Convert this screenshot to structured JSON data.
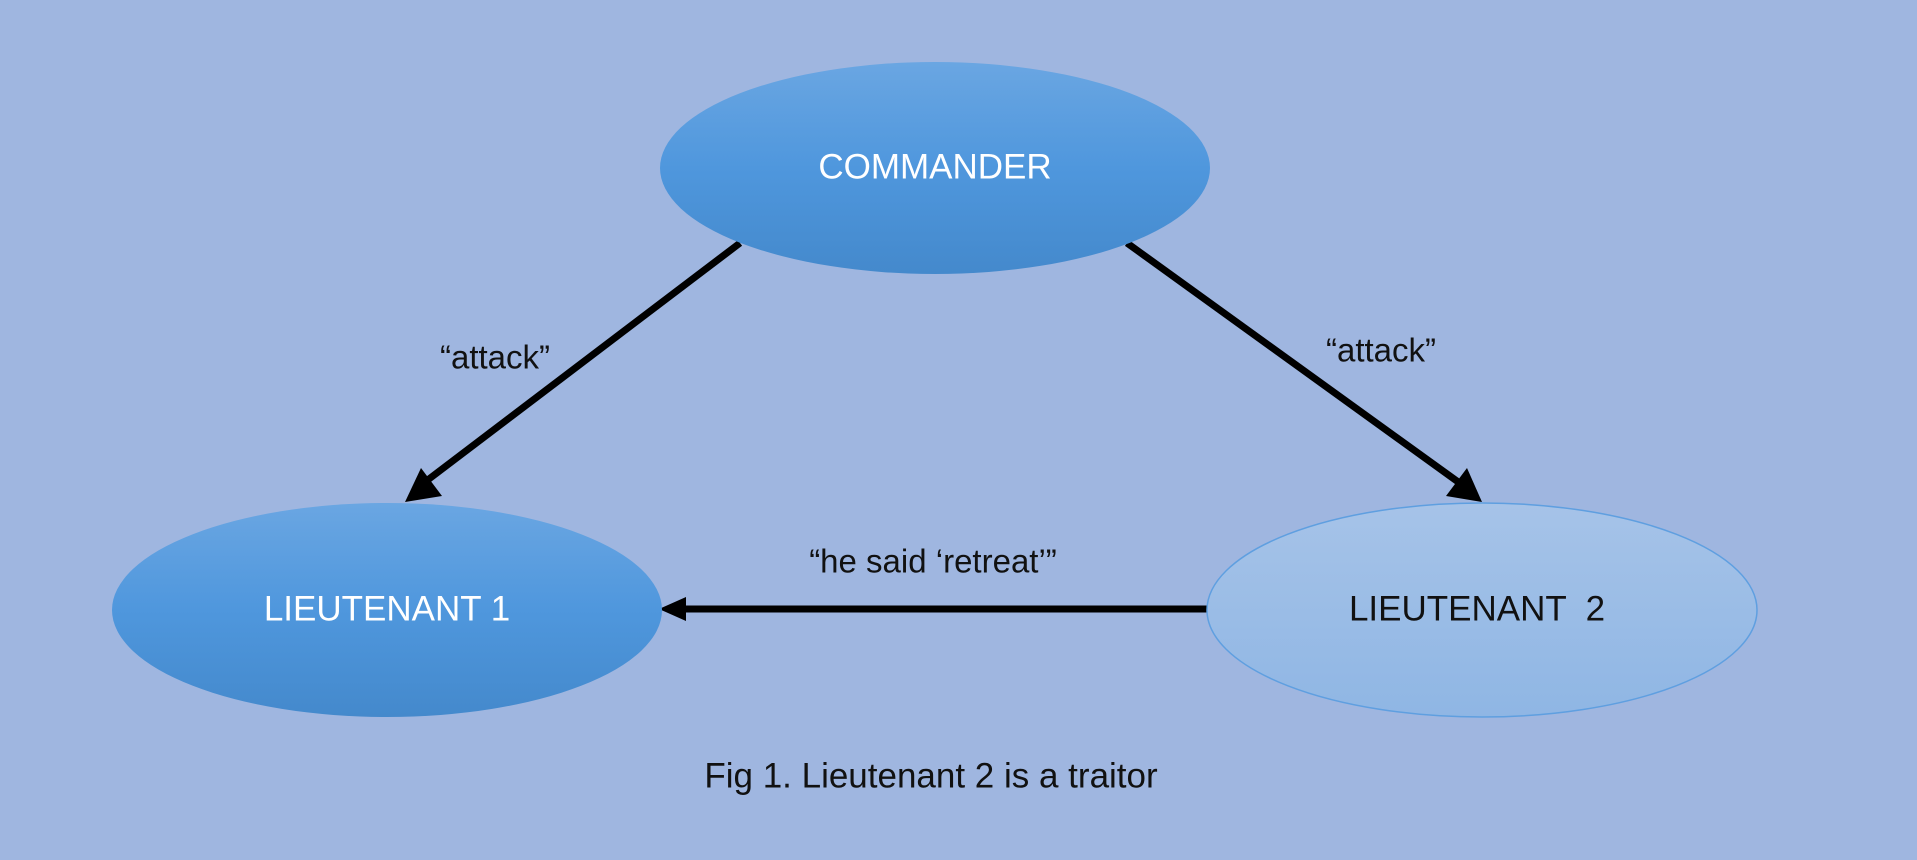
{
  "colors": {
    "background": "#9fb6e0",
    "node_loyal_top": "#6aa6e2",
    "node_loyal_mid": "#4f97dd",
    "node_loyal_bottom": "#4489cc",
    "node_traitor_top": "#a6c3e8",
    "node_traitor_bottom": "#8fb6e4",
    "node_traitor_border": "#5f9fe0",
    "arrow": "#000000",
    "label_light": "#ffffff",
    "label_dark": "#111111"
  },
  "nodes": {
    "commander": {
      "label": "COMMANDER"
    },
    "lieutenant1": {
      "label": "LIEUTENANT 1"
    },
    "lieutenant2": {
      "label": "LIEUTENANT  2"
    }
  },
  "edges": {
    "commander_to_lieutenant1": {
      "label": "“attack”"
    },
    "commander_to_lieutenant2": {
      "label": "“attack”"
    },
    "lieutenant2_to_lieutenant1": {
      "label": "“he said ‘retreat’”"
    }
  },
  "caption": "Fig 1. Lieutenant 2 is a traitor"
}
